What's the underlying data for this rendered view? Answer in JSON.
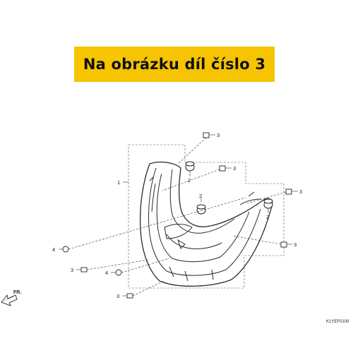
{
  "banner": {
    "text": "Na obrázku díl číslo 3",
    "color": "#f6c400"
  },
  "diagram": {
    "code": "K1YEF0100",
    "direction_label": "FR.",
    "part_labels": [
      "3",
      "3",
      "3",
      "2",
      "2",
      "2",
      "1",
      "4",
      "4",
      "3",
      "3",
      "3"
    ]
  }
}
